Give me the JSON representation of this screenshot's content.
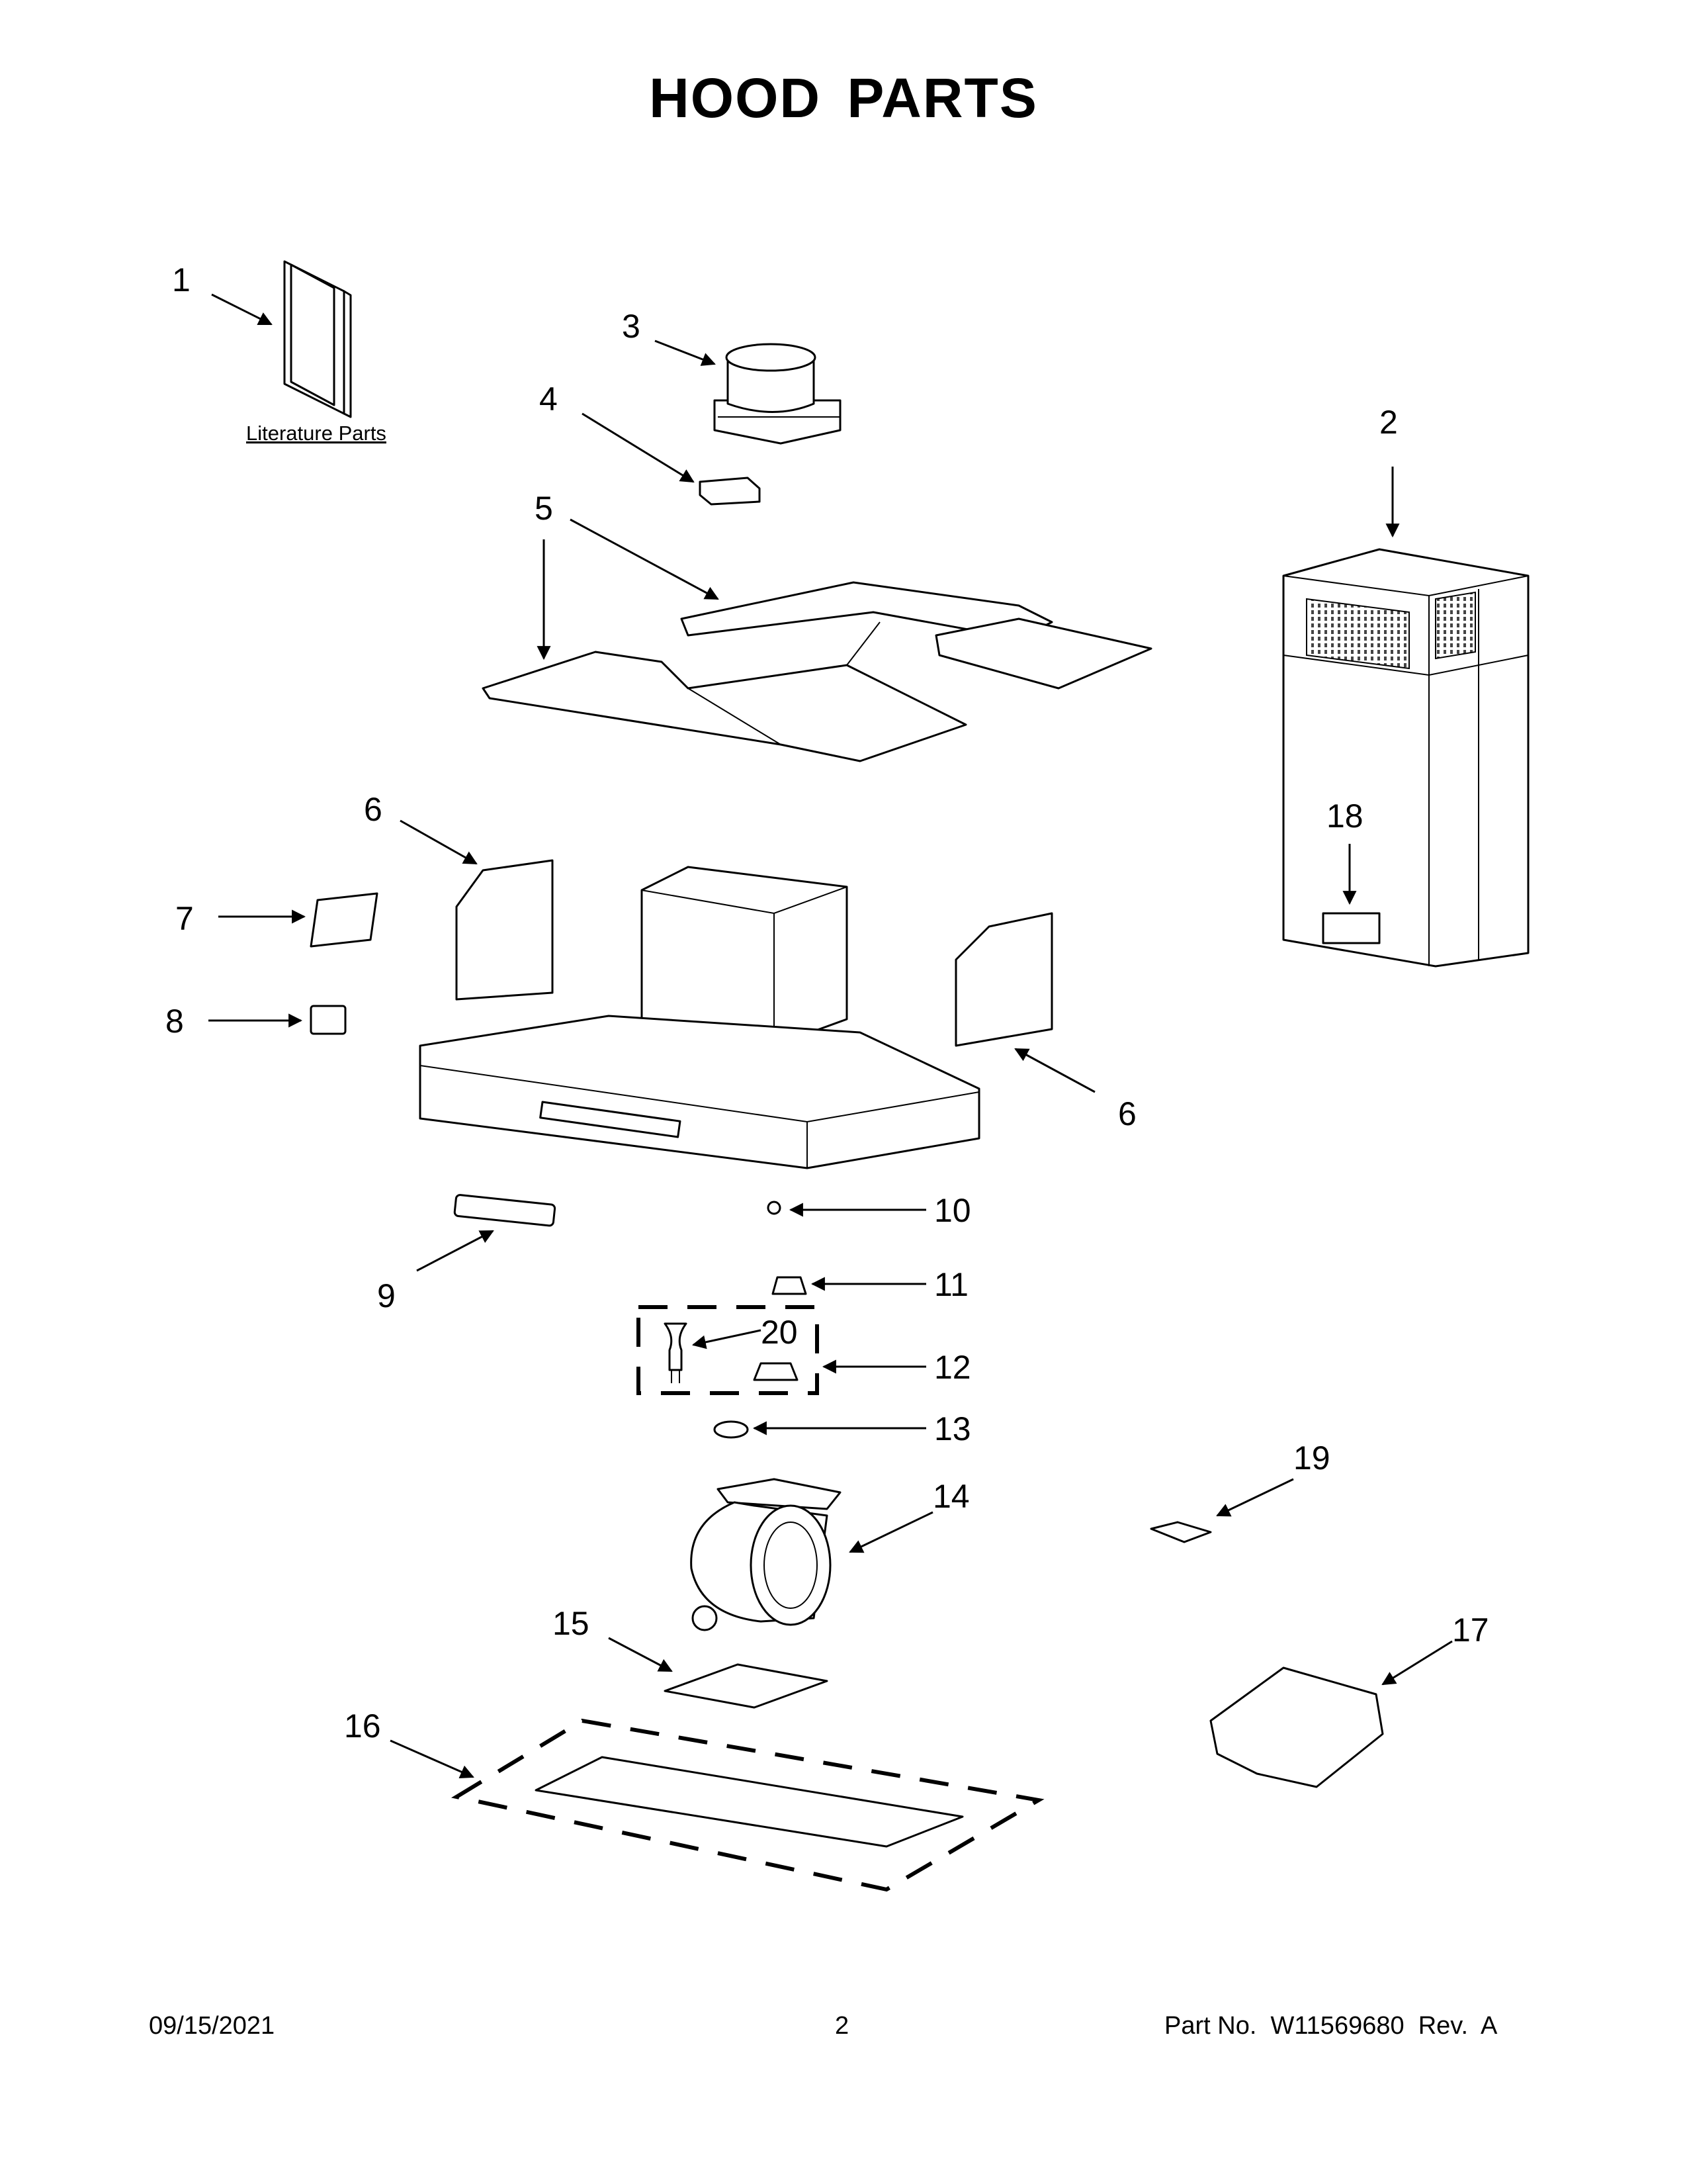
{
  "page_title": "HOOD PARTS",
  "literature_label": "Literature Parts",
  "callouts": {
    "c1": "1",
    "c2": "2",
    "c3": "3",
    "c4": "4",
    "c5a": "5",
    "c6a": "6",
    "c6b": "6",
    "c7": "7",
    "c8": "8",
    "c9": "9",
    "c10": "10",
    "c11": "11",
    "c12": "12",
    "c13": "13",
    "c14": "14",
    "c15": "15",
    "c16": "16",
    "c17": "17",
    "c18": "18",
    "c19": "19",
    "c20": "20"
  },
  "footer": {
    "date": "09/15/2021",
    "page_number": "2",
    "part_number": "Part No.  W11569680  Rev.  A"
  }
}
